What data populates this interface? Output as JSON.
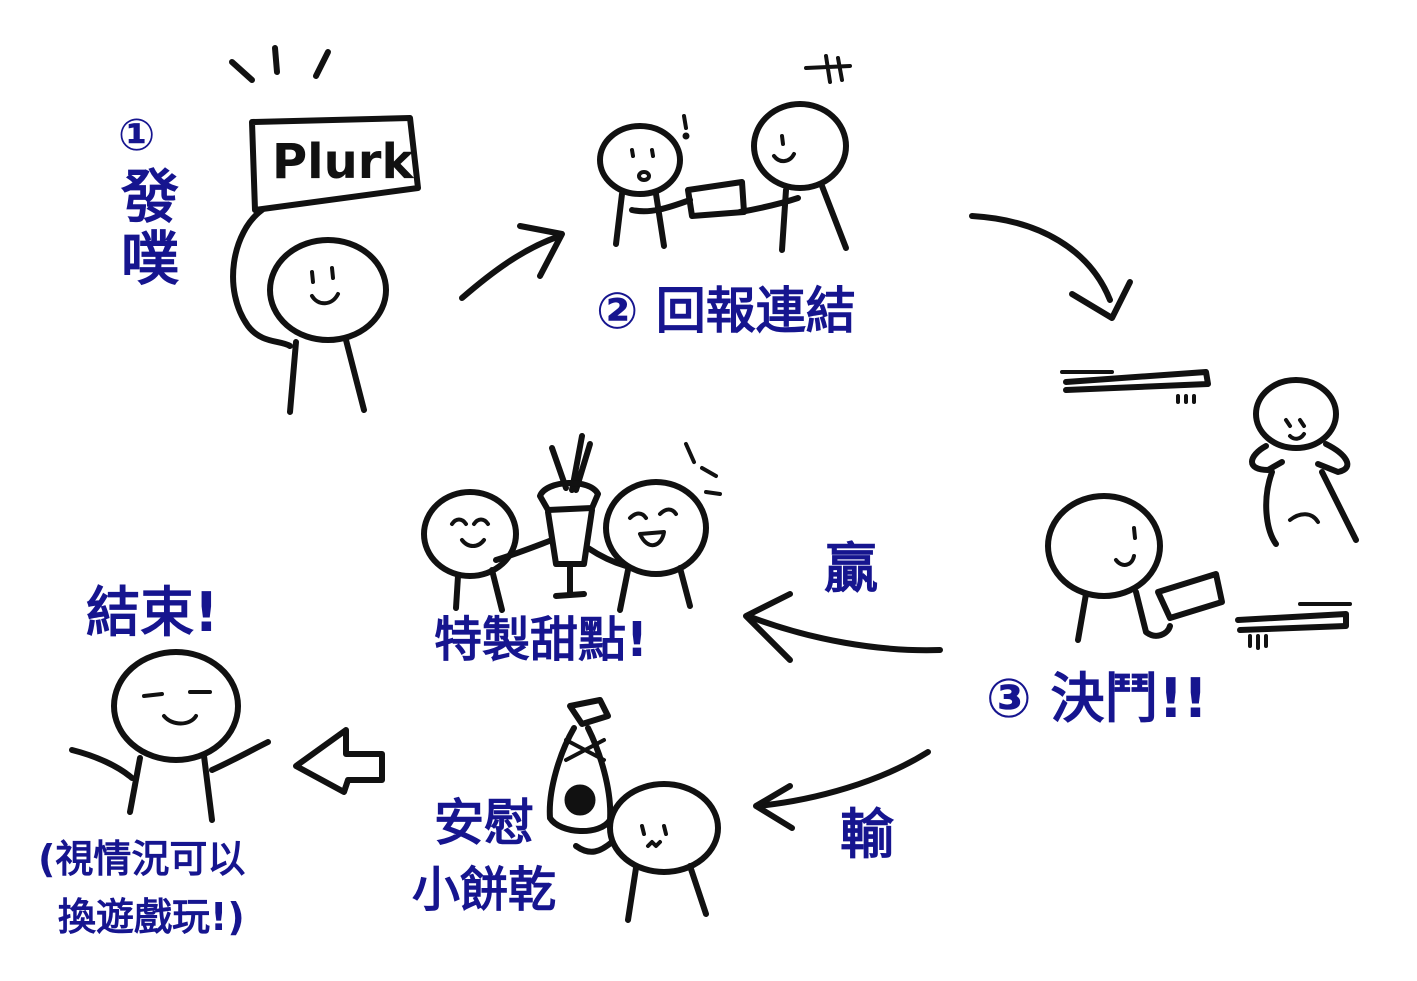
{
  "steps": {
    "post": {
      "number": "①",
      "label": "發噗",
      "sign_text": "Plurk"
    },
    "report": {
      "label": "② 回報連結"
    },
    "duel": {
      "label": "③ 決鬥!!"
    },
    "win": {
      "label": "贏",
      "reward": "特製甜點!"
    },
    "lose": {
      "label": "輸",
      "reward_line1": "安慰",
      "reward_line2": "小餅乾"
    },
    "end": {
      "label": "結束!",
      "note_line1": "(視情況可以",
      "note_line2": "換遊戲玩!)"
    }
  },
  "colors": {
    "ink": "#111111",
    "label": "#16158f",
    "background": "#ffffff"
  }
}
